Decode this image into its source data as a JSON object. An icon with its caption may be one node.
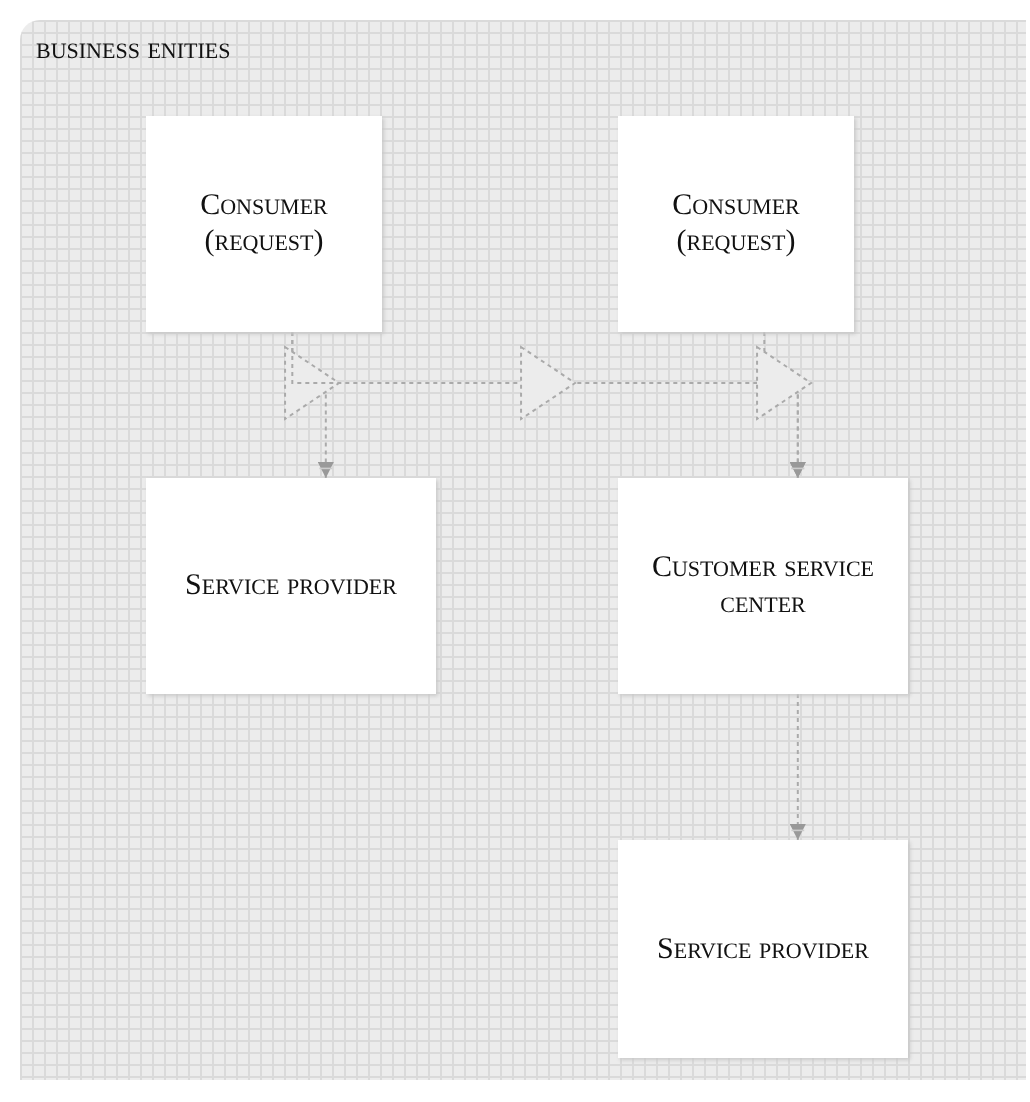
{
  "diagram": {
    "nodes": [
      {
        "text": [
          "business enities"
        ]
      },
      {
        "text": [
          "Consumer (request)"
        ],
        "in": 0
      },
      {
        "text": [
          "Consumer (request)"
        ],
        "in": 0
      },
      {
        "text": [
          "Service provider"
        ],
        "in": 0
      },
      {
        "text": [
          "Customer service center"
        ],
        "in": 0
      },
      {
        "text": [
          "Service provider"
        ],
        "in": 0
      }
    ],
    "edges": [
      {
        "from": 1,
        "to": 3,
        "arrow": "to",
        "style": "dashed"
      },
      {
        "from": 1,
        "to": 4,
        "arrow": "to",
        "style": "dashed"
      },
      {
        "from": 2,
        "to": 4,
        "arrow": "to",
        "style": "dashed"
      },
      {
        "from": 4,
        "to": 5,
        "arrow": "to",
        "style": "dashed"
      }
    ]
  }
}
